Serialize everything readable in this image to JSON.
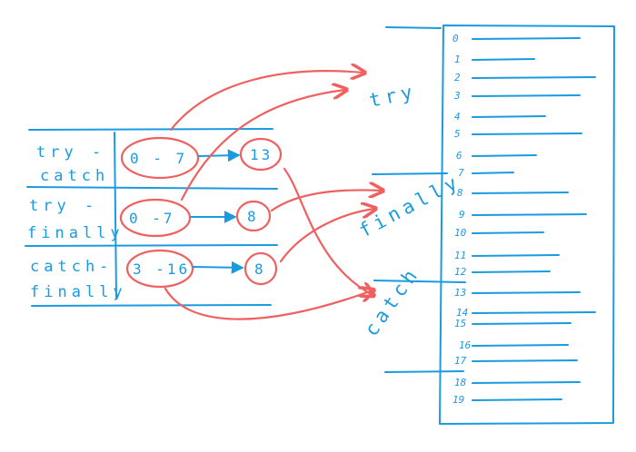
{
  "table": {
    "rows": [
      {
        "label_line1": "try -",
        "label_line2": "catch",
        "range": "0 - 7",
        "target": "13"
      },
      {
        "label_line1": "try -",
        "label_line2": "finally",
        "range": "0 -7",
        "target": "8"
      },
      {
        "label_line1": "catch-",
        "label_line2": "finally",
        "range": "3 -16",
        "target": "8"
      }
    ]
  },
  "blocks": {
    "try": "try",
    "finally": "finally",
    "catch": "catch"
  },
  "instructions": {
    "indices": [
      "0",
      "1",
      "2",
      "3",
      "4",
      "5",
      "6",
      "7",
      "8",
      "9",
      "10",
      "11",
      "12",
      "13",
      "14",
      "15",
      "16",
      "17",
      "18",
      "19"
    ]
  }
}
